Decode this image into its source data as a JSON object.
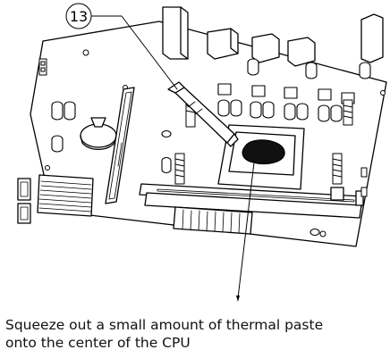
{
  "callout": {
    "number": "13"
  },
  "caption": {
    "line1": "Squeeze out a small amount of thermal paste",
    "line2": "onto the center of the CPU"
  }
}
